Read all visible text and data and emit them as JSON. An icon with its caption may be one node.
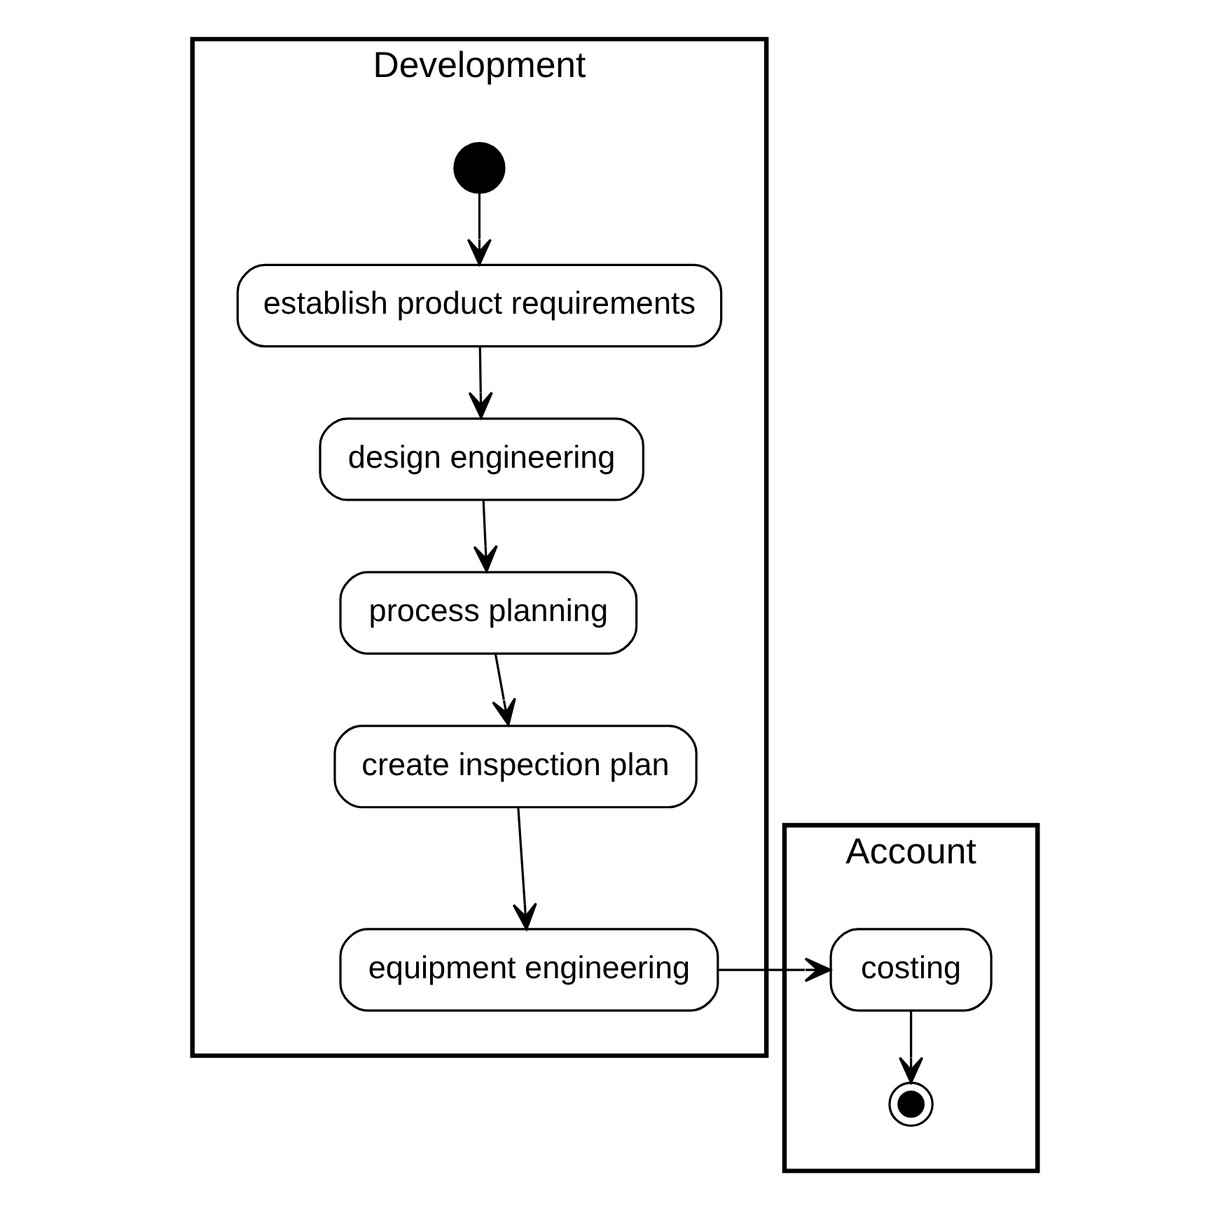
{
  "diagram": {
    "nodes": [
      {
        "text": [
          "Development"
        ]
      },
      {
        "text": [
          "Account"
        ]
      },
      {
        "text": [],
        "shape": "circle",
        "in": 0
      },
      {
        "text": [
          "establish product requirements"
        ],
        "in": 0
      },
      {
        "text": [
          "design engineering"
        ],
        "in": 0
      },
      {
        "text": [
          "process planning"
        ],
        "in": 0
      },
      {
        "text": [
          "create inspection plan"
        ],
        "in": 0
      },
      {
        "text": [
          "equipment engineering"
        ],
        "in": 0
      },
      {
        "text": [
          "costing"
        ],
        "in": 1
      },
      {
        "text": [],
        "shape": "bullseye",
        "in": 1
      }
    ],
    "edges": [
      {
        "from": 2,
        "to": 3,
        "arrow": "to"
      },
      {
        "from": 3,
        "to": 4,
        "arrow": "to"
      },
      {
        "from": 4,
        "to": 5,
        "arrow": "to"
      },
      {
        "from": 5,
        "to": 6,
        "arrow": "to"
      },
      {
        "from": 6,
        "to": 7,
        "arrow": "to"
      },
      {
        "from": 7,
        "to": 8,
        "arrow": "to"
      },
      {
        "from": 8,
        "to": 9,
        "arrow": "to"
      }
    ]
  }
}
